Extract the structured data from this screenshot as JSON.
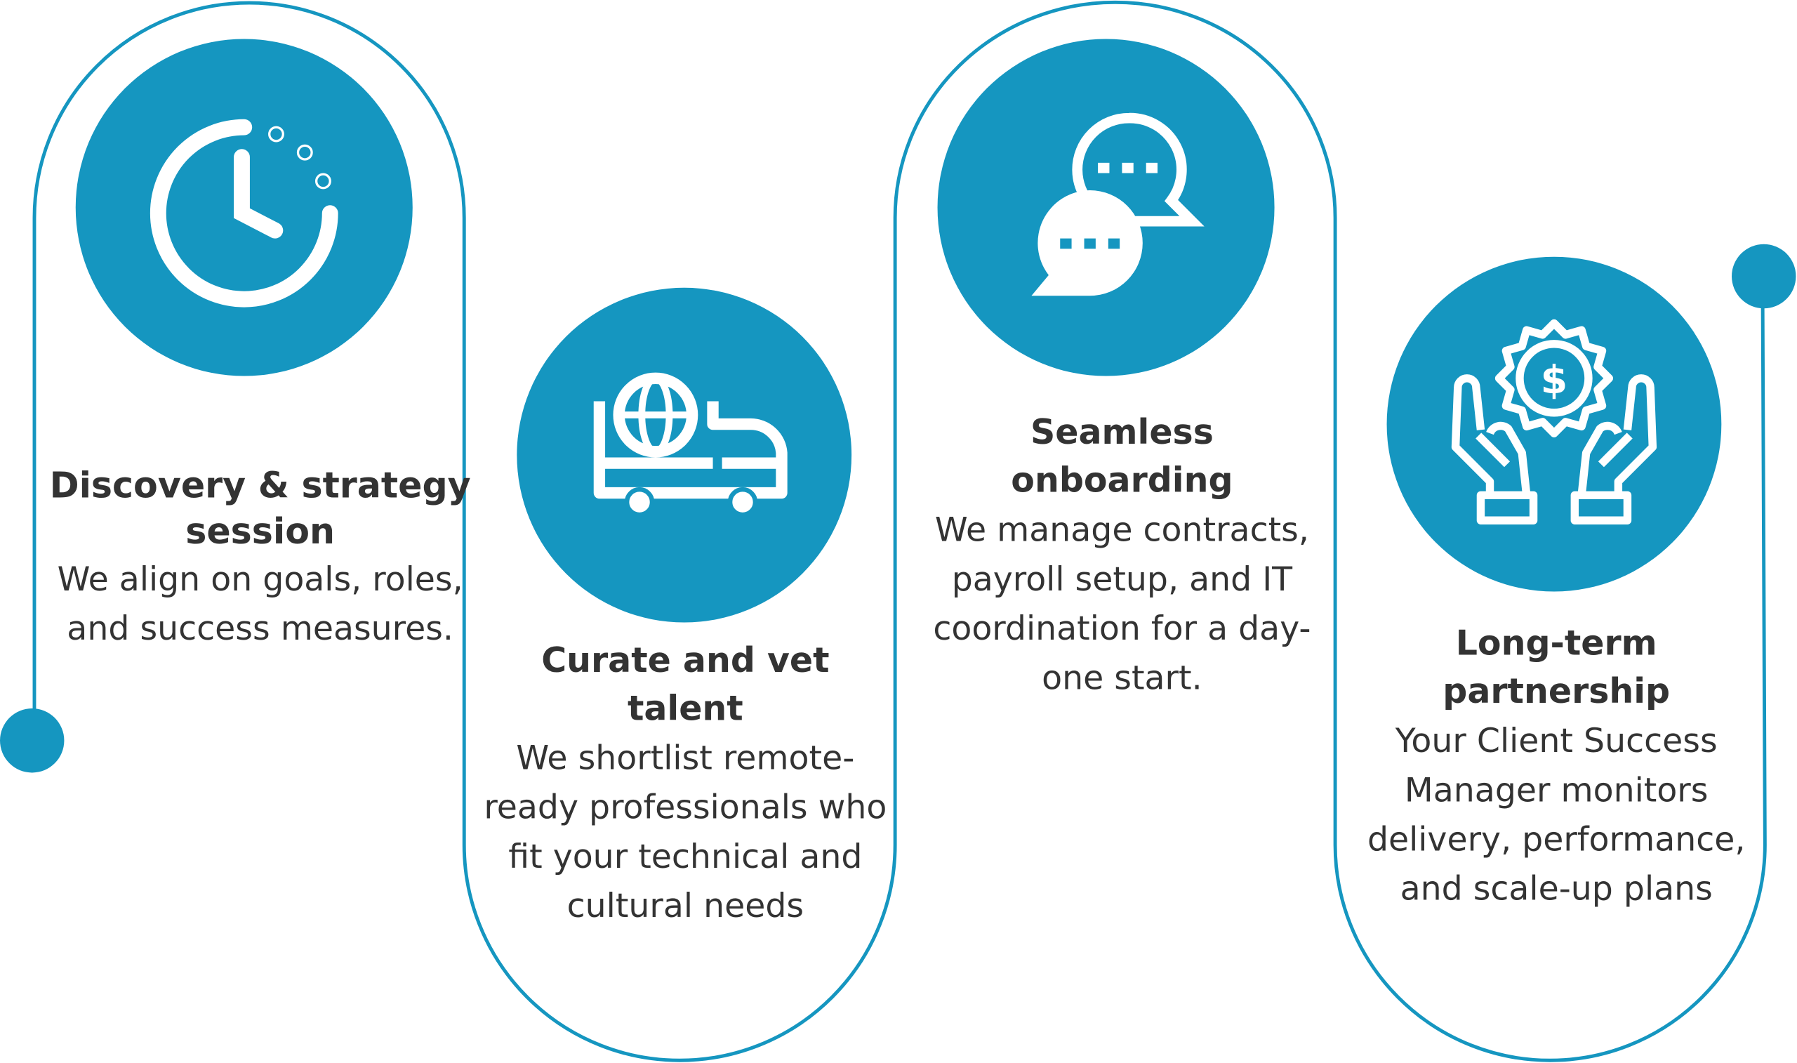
{
  "accent_color": "#1596c0",
  "text_color": "#333333",
  "steps": [
    {
      "icon": "clock-icon",
      "title": "Discovery & strategy session",
      "body": "We align on goals, roles, and success measures."
    },
    {
      "icon": "delivery-truck-globe-icon",
      "title": "Curate and vet talent",
      "body": "We shortlist remote-ready professionals who fit your technical and cultural needs"
    },
    {
      "icon": "chat-bubbles-icon",
      "title": "Seamless onboarding",
      "body": "We manage contracts, payroll setup, and IT coordination for a day-one start."
    },
    {
      "icon": "hands-dollar-icon",
      "title": "Long-term partnership",
      "body": "Your Client Success Manager monitors delivery, performance, and scale-up plans"
    }
  ]
}
